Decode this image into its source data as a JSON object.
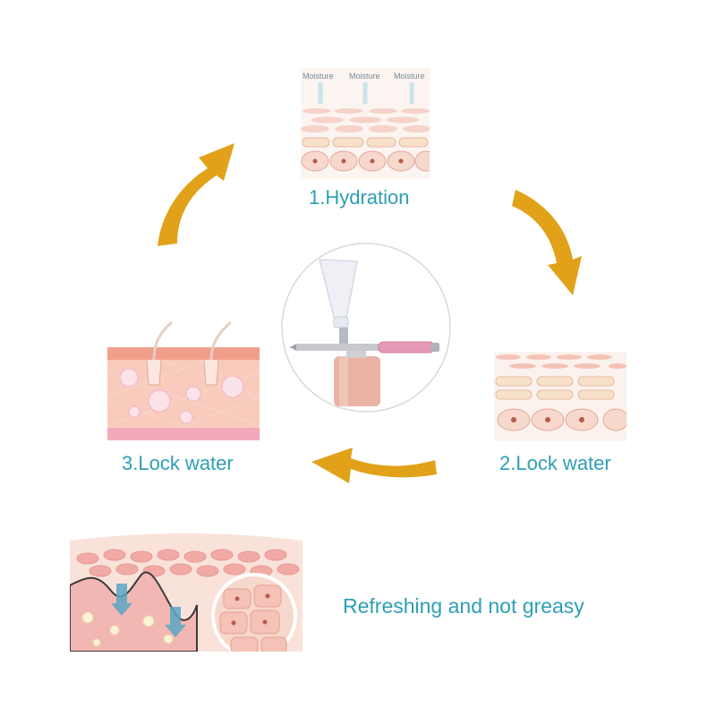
{
  "steps": [
    {
      "label": "1.Hydration"
    },
    {
      "label": "2.Lock water"
    },
    {
      "label": "3.Lock water"
    }
  ],
  "moisture_labels": [
    "Moisture",
    "Moisture",
    "Moisture"
  ],
  "tagline": "Refreshing and not greasy",
  "colors": {
    "arrow": "#e1a21a",
    "label": "#2e9fb5",
    "skin_light": "#f9ddd3",
    "skin_mid": "#f2b9a8",
    "cell": "#f7d8cc",
    "nucleus": "#b85b4c"
  },
  "icons": [
    "airbrush-sprayer-icon",
    "cycle-arrow-icon"
  ]
}
